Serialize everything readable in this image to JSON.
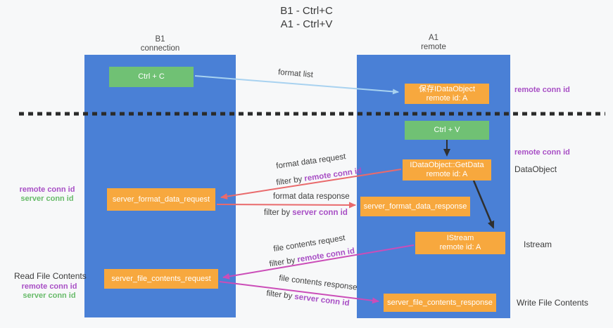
{
  "title": {
    "line1": "B1 - Ctrl+C",
    "line2": "A1 - Ctrl+V"
  },
  "lanes": {
    "left": {
      "title": "B1",
      "subtitle": "connection"
    },
    "right": {
      "title": "A1",
      "subtitle": "remote"
    }
  },
  "nodes": {
    "ctrl_c": {
      "label": "Ctrl + C"
    },
    "save_dataobject": {
      "line1": "保存IDataObject",
      "line2": "remote id: A"
    },
    "ctrl_v": {
      "label": "Ctrl + V"
    },
    "getdata": {
      "line1": "IDataObject::GetData",
      "line2": "remote id: A"
    },
    "format_request": {
      "label": "server_format_data_request"
    },
    "format_response": {
      "label": "server_format_data_response"
    },
    "istream": {
      "line1": "IStream",
      "line2": "remote id: A"
    },
    "file_request": {
      "label": "server_file_contents_request"
    },
    "file_response": {
      "label": "server_file_contents_response"
    }
  },
  "edge_labels": {
    "format_list": "format list",
    "format_data_request": "format data request",
    "format_data_response": "format data response",
    "file_contents_request": "file contents request",
    "file_contents_response": "file contents response",
    "filter_prefix": "filter by ",
    "remote_conn_id": "remote conn id",
    "server_conn_id": "server conn id"
  },
  "side_labels": {
    "right_remote_conn_id_top": "remote conn id",
    "right_remote_conn_id_mid": "remote conn id",
    "dataobject": "DataObject",
    "istream": "Istream",
    "write_file_contents": "Write File Contents",
    "left_remote_conn_id_mid": "remote conn id",
    "left_server_conn_id_mid": "server conn id",
    "read_file_contents": "Read File Contents",
    "left_remote_conn_id_bottom": "remote conn id",
    "left_server_conn_id_bottom": "server conn id"
  },
  "colors": {
    "lane_blue": "#4a80d6",
    "box_green": "#70c174",
    "box_orange": "#f7a83e",
    "arrow_blue": "#a8d2f0",
    "arrow_red": "#e96a6c",
    "arrow_magenta": "#cb4db8",
    "arrow_black": "#2f2f2f",
    "dash": "#2b2b2b",
    "text_purple": "#a84fc5",
    "text_green": "#68bb6a"
  }
}
